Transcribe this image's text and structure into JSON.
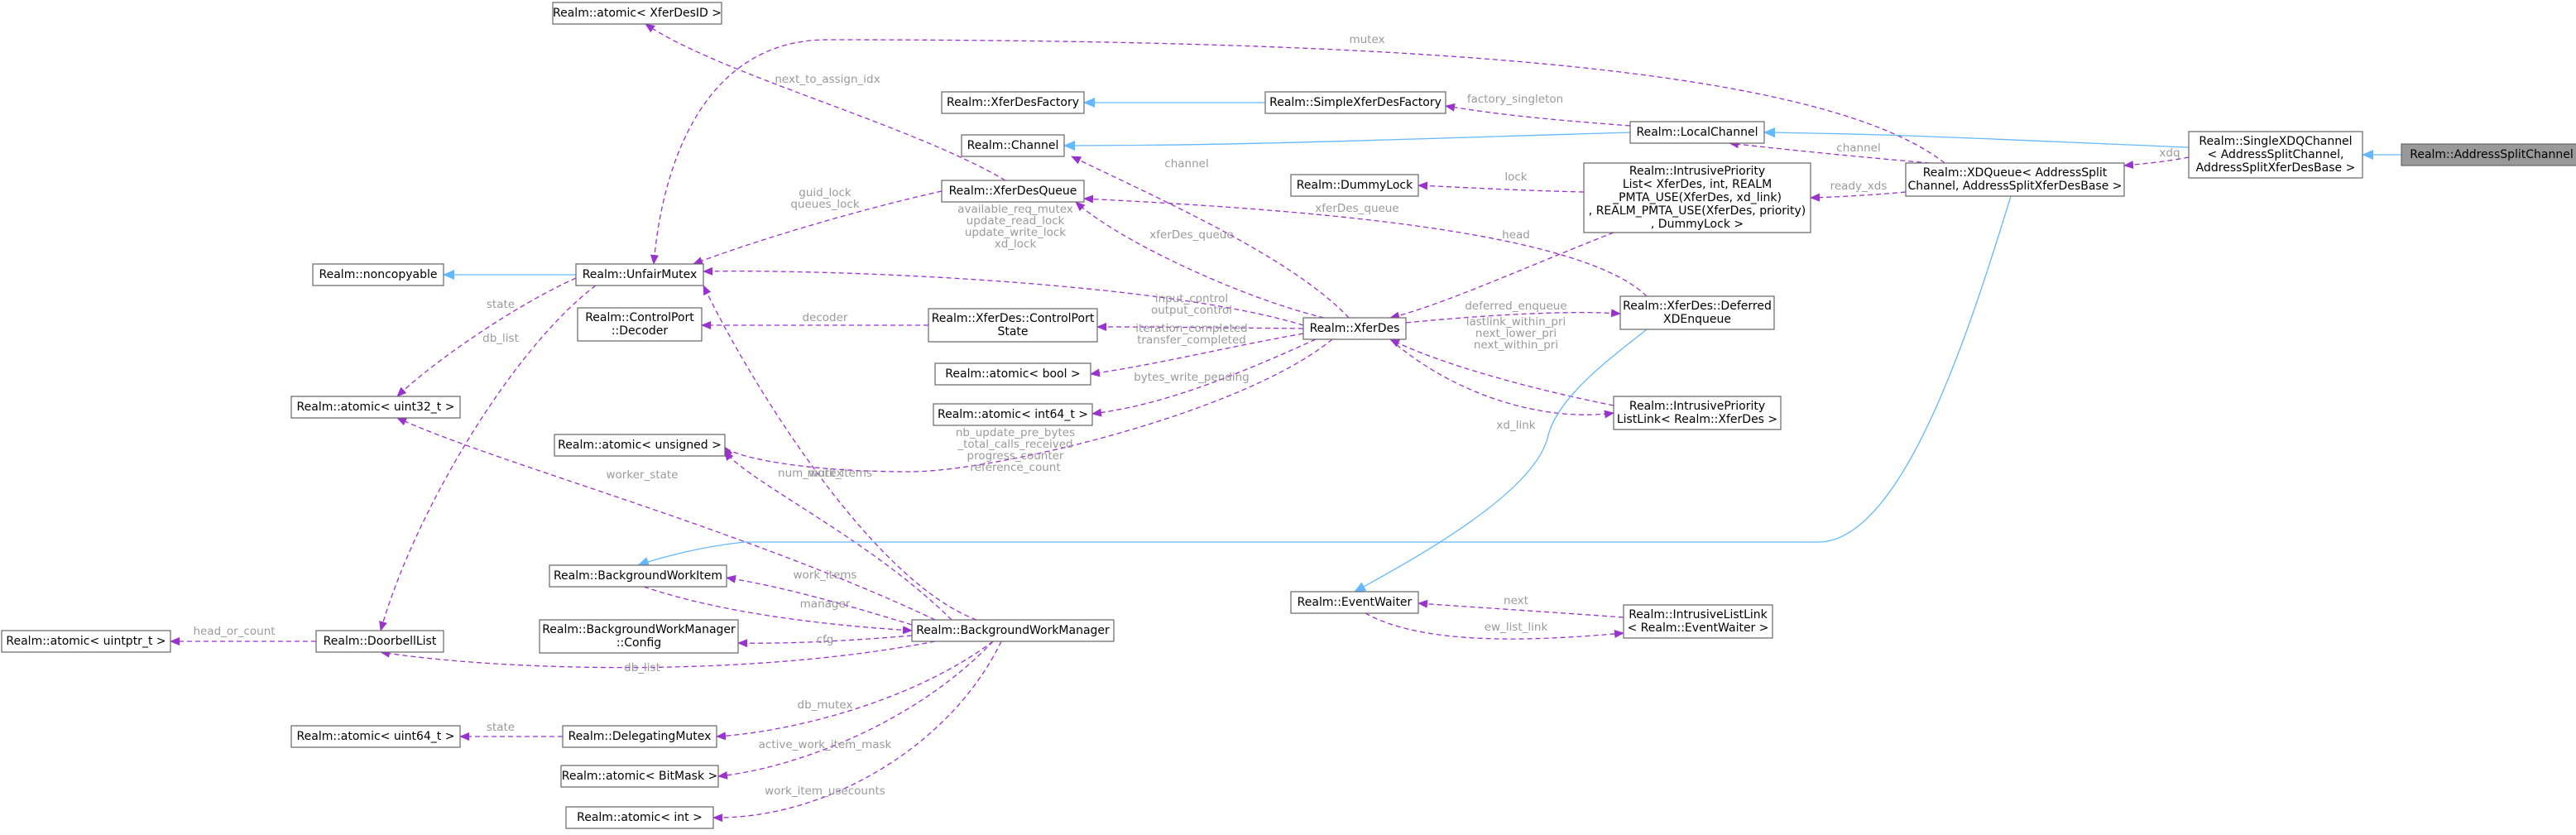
{
  "colors": {
    "dependency": "#9a32cd",
    "inheritance": "#63b8ff",
    "focus_fill": "#999999",
    "label": "#9a9a9a"
  },
  "nodes": {
    "addresssplitchannel": [
      "Realm::AddressSplitChannel"
    ],
    "singlexdqchannel": [
      "Realm::SingleXDQChannel",
      "< AddressSplitChannel,",
      "AddressSplitXferDesBase >"
    ],
    "xdqueue": [
      "Realm::XDQueue< AddressSplit",
      "Channel, AddressSplitXferDesBase >"
    ],
    "localchannel": [
      "Realm::LocalChannel"
    ],
    "channel": [
      "Realm::Channel"
    ],
    "simplexferdesfactory": [
      "Realm::SimpleXferDesFactory"
    ],
    "xferdesfactory": [
      "Realm::XferDesFactory"
    ],
    "atomic_xferdesid": [
      "Realm::atomic< XferDesID >"
    ],
    "xferdesqueue": [
      "Realm::XferDesQueue"
    ],
    "unfairmutex": [
      "Realm::UnfairMutex"
    ],
    "noncopyable": [
      "Realm::noncopyable"
    ],
    "controlport_decoder": [
      "Realm::ControlPort",
      "::Decoder"
    ],
    "controlport_state": [
      "Realm::XferDes::ControlPort",
      "State"
    ],
    "atomic_bool": [
      "Realm::atomic< bool >"
    ],
    "atomic_int64": [
      "Realm::atomic< int64_t >"
    ],
    "atomic_uint32": [
      "Realm::atomic< uint32_t >"
    ],
    "atomic_unsigned": [
      "Realm::atomic< unsigned >"
    ],
    "xferdes": [
      "Realm::XferDes"
    ],
    "dummylock": [
      "Realm::DummyLock"
    ],
    "intrusiveprioritylist": [
      "Realm::IntrusivePriority",
      "List< XferDes, int, REALM",
      "_PMTA_USE(XferDes, xd_link)",
      ", REALM_PMTA_USE(XferDes, priority)",
      ", DummyLock >"
    ],
    "deferredxdenqueue": [
      "Realm::XferDes::Deferred",
      "XDEnqueue"
    ],
    "intrusiveprioritylistlink": [
      "Realm::IntrusivePriority",
      "ListLink< Realm::XferDes >"
    ],
    "backgroundworkitem": [
      "Realm::BackgroundWorkItem"
    ],
    "eventwaiter": [
      "Realm::EventWaiter"
    ],
    "intrusivelistlink": [
      "Realm::IntrusiveListLink",
      "< Realm::EventWaiter >"
    ],
    "backgroundworkmanager": [
      "Realm::BackgroundWorkManager"
    ],
    "bwm_config": [
      "Realm::BackgroundWorkManager",
      "::Config"
    ],
    "doorbelllist": [
      "Realm::DoorbellList"
    ],
    "atomic_uintptr": [
      "Realm::atomic< uintptr_t >"
    ],
    "delegatingmutex": [
      "Realm::DelegatingMutex"
    ],
    "atomic_uint64": [
      "Realm::atomic< uint64_t >"
    ],
    "atomic_bitmask": [
      "Realm::atomic< BitMask >"
    ],
    "atomic_int": [
      "Realm::atomic< int >"
    ]
  },
  "edges": {
    "mutex_top": [
      "mutex"
    ],
    "xdq": [
      "xdq"
    ],
    "next_to_assign_idx": [
      "next_to_assign_idx"
    ],
    "factory_singleton": [
      "factory_singleton"
    ],
    "channel_local": [
      "channel"
    ],
    "channel_xd": [
      "channel"
    ],
    "lock": [
      "lock"
    ],
    "ready_xds": [
      "ready_xds"
    ],
    "head": [
      "head"
    ],
    "guid_lock": [
      "guid_lock",
      "queues_lock"
    ],
    "xferdes_mutexes": [
      "available_req_mutex",
      "update_read_lock",
      "update_write_lock",
      "xd_lock"
    ],
    "xferdes_queue_a": [
      "xferDes_queue"
    ],
    "xferdes_queue_b": [
      "xferDes_queue"
    ],
    "deferred_enqueue": [
      "deferred_enqueue"
    ],
    "state_uf": [
      "state"
    ],
    "db_list_uf": [
      "db_list"
    ],
    "decoder": [
      "decoder"
    ],
    "ports": [
      "input_control",
      "output_control"
    ],
    "iteration": [
      "iteration_completed",
      "transfer_completed"
    ],
    "bytes_write_pending": [
      "bytes_write_pending"
    ],
    "link_pri": [
      "lastlink_within_pri",
      "next_lower_pri",
      "next_within_pri"
    ],
    "xd_link": [
      "xd_link"
    ],
    "mutex_bwm": [
      "mutex"
    ],
    "xd_counters": [
      "nb_update_pre_bytes",
      "_total_calls_received",
      "progress_counter",
      "reference_count"
    ],
    "worker_state": [
      "worker_state"
    ],
    "num_work_items": [
      "num_work_items"
    ],
    "work_items": [
      "work_items"
    ],
    "manager": [
      "manager"
    ],
    "cfg": [
      "cfg"
    ],
    "db_list_bwm": [
      "db_list"
    ],
    "head_or_count": [
      "head_or_count"
    ],
    "next": [
      "next"
    ],
    "ew_list_link": [
      "ew_list_link"
    ],
    "db_mutex": [
      "db_mutex"
    ],
    "state_dm": [
      "state"
    ],
    "active_work_item_mask": [
      "active_work_item_mask"
    ],
    "work_item_usecounts": [
      "work_item_usecounts"
    ]
  }
}
